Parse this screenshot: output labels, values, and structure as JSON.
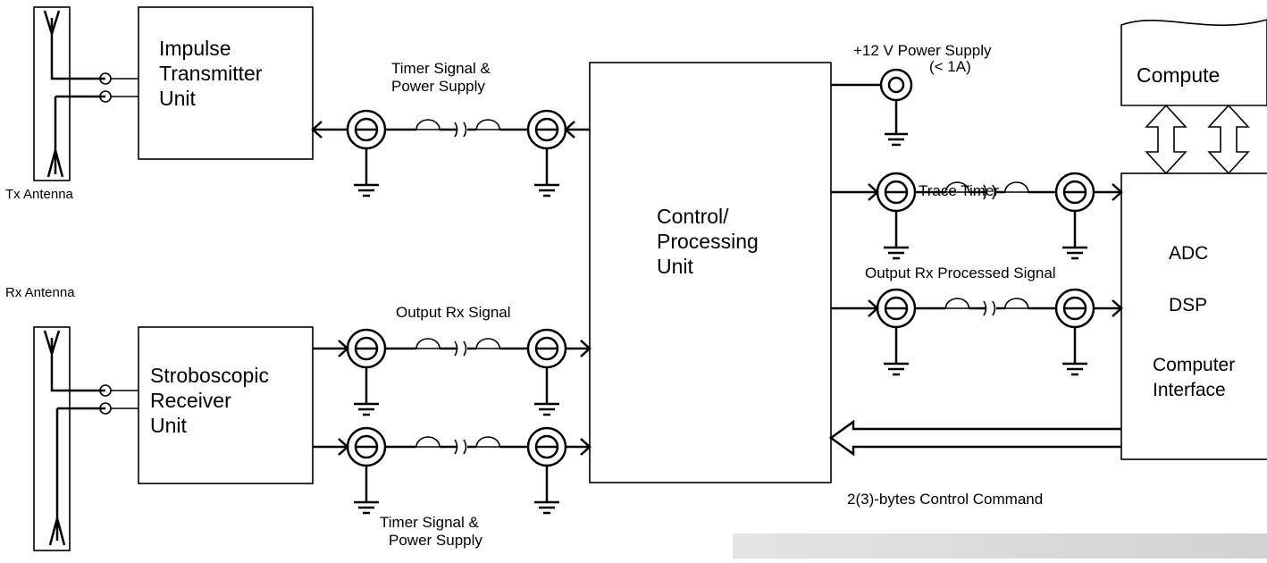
{
  "blocks": {
    "transmitter": "Impulse\nTransmitter\nUnit",
    "receiver": "Stroboscopic\nReceiver\nUnit",
    "control": "Control/\nProcessing\nUnit",
    "computer_top": "Compute",
    "adc": "ADC",
    "dsp": "DSP",
    "computer_interface": "Computer\nInterface"
  },
  "antennas": {
    "tx": "Tx Antenna",
    "rx": "Rx Antenna"
  },
  "signals": {
    "timer_power_top": "Timer Signal &\nPower Supply",
    "output_rx": "Output Rx Signal",
    "timer_power_bottom": "Timer Signal &\nPower Supply",
    "power_supply": "+12 V Power Supply\n(< 1A)",
    "trace_timer": "Trace Timer",
    "output_rx_processed": "Output Rx Processed Signal",
    "control_command": "2(3)-bytes Control Command"
  }
}
